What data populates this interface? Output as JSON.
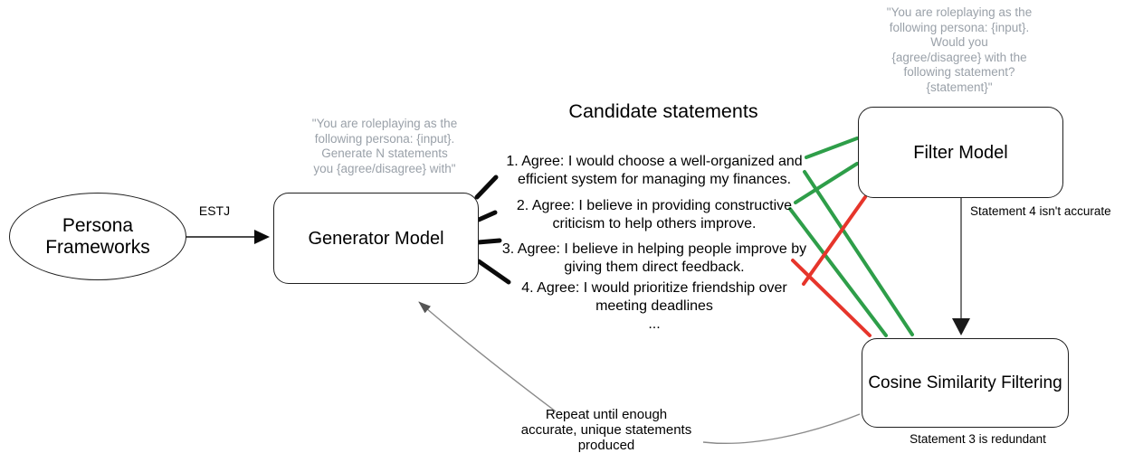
{
  "nodes": {
    "persona": {
      "label": "Persona\nFrameworks"
    },
    "generator": {
      "label": "Generator Model",
      "prompt": "\"You are roleplaying as the\nfollowing persona: {input}.\nGenerate N statements\nyou {agree/disagree} with\""
    },
    "filter": {
      "label": "Filter Model",
      "prompt": "\"You are roleplaying as the\nfollowing persona: {input}.\nWould you\n{agree/disagree} with the\nfollowing statement?\n{statement}\""
    },
    "cosine": {
      "label": "Cosine Similarity Filtering"
    }
  },
  "candidates": {
    "title": "Candidate statements",
    "items": [
      {
        "text": "1. Agree: I would choose a well-organized and\nefficient system for managing my finances."
      },
      {
        "text": "2. Agree: I believe in providing constructive\ncriticism to help others improve."
      },
      {
        "text": "3. Agree: I believe in helping people improve by\ngiving them direct feedback."
      },
      {
        "text": "4. Agree: I would prioritize friendship over\nmeeting deadlines"
      }
    ],
    "more": "..."
  },
  "edges": {
    "estj_label": "ESTJ",
    "statement4_note": "Statement 4 isn't accurate",
    "statement3_note": "Statement 3 is redundant",
    "repeat_note": "Repeat until enough\naccurate, unique statements\nproduced"
  },
  "colors": {
    "pass-green": "#2e9e49",
    "fail-red": "#e6352b",
    "prompt-gray": "#9aa1a9",
    "connector-gray": "#8a8a8a",
    "node-border": "#1f1f1f"
  }
}
